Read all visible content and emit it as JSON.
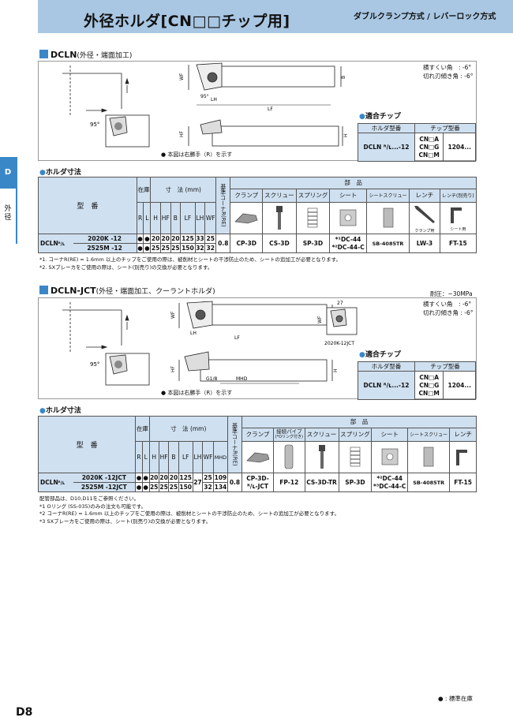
{
  "header": {
    "title": "外径ホルダ[CN□□チップ用]",
    "subtitle": "ダブルクランプ方式 / レバーロック方式"
  },
  "side": {
    "tab": "D",
    "label": "外径"
  },
  "sec1": {
    "title": "DCLN",
    "subtitle": "(外径・端面加工)",
    "angle_note": [
      "横すくい角　: -6°",
      "切れ刃傾き角 : -6°"
    ],
    "diagram_note": "● 本図は右勝手（R）を示す",
    "angle_label": "95°",
    "dim_labels": {
      "wf": "WF",
      "b": "B",
      "lh": "LH",
      "lf": "LF",
      "hf": "HF",
      "h": "H",
      "ang": "95°"
    },
    "chips": {
      "title": "適合チップ",
      "col_holder": "ホルダ型番",
      "col_chip": "チップ型番",
      "holder": "DCLN ᴿ/ʟ...-12",
      "chip_types": [
        "CN□A",
        "CN□G",
        "CN□M"
      ],
      "size": "1204..."
    },
    "table_title": "ホルダ寸法",
    "table": {
      "model_header": "型　番",
      "stock_header": "在庫",
      "dim_header": "寸　法 (mm)",
      "corner_header": "基準コーナR(RE)",
      "parts_header": "部　品",
      "stock_cols": [
        "R",
        "L"
      ],
      "dim_cols": [
        "H",
        "HF",
        "B",
        "LF",
        "LH",
        "WF"
      ],
      "parts_cols": [
        "クランプ",
        "スクリュー",
        "スプリング",
        "シート",
        "シートスクリュー",
        "レンチ",
        "レンチ(別売り)"
      ],
      "parts_sub": [
        "クランプ用",
        "シート用"
      ],
      "series": "DCLN",
      "rl": "ᴿ/ʟ",
      "rows": [
        {
          "model": "2020K -12",
          "r": "●",
          "l": "●",
          "dims": [
            "20",
            "20",
            "20",
            "125",
            "33",
            "25"
          ]
        },
        {
          "model": "2525M -12",
          "r": "●",
          "l": "●",
          "dims": [
            "25",
            "25",
            "25",
            "150",
            "32",
            "32"
          ]
        }
      ],
      "corner": "0.8",
      "parts": [
        "CP-3D",
        "CS-3D",
        "SP-3D",
        "*¹DC-44",
        "*²DC-44-C",
        "SB-4085TR",
        "LW-3",
        "FT-15"
      ]
    },
    "footnotes": [
      "*1. コーナR(RE) = 1.6mm 以上のチップをご使用の際は、被削材とシートの干渉防止のため、シートの追加工が必要となります。",
      "*2. SXブレーカをご使用の際は、シート(別売り)の交換が必要となります。"
    ]
  },
  "sec2": {
    "title": "DCLN-JCT",
    "subtitle": "(外径・端面加工、クーラントホルダ)",
    "pressure": "耐圧：~30MPa",
    "angle_note": [
      "横すくい角　: -6°",
      "切れ刃傾き角 : -6°"
    ],
    "diagram_note": "● 本図は右勝手（R）を示す",
    "angle_label": "95°",
    "small_label": "2020K-12JCT",
    "dim_labels": {
      "wf": "WF",
      "b": "B",
      "lh": "LH",
      "lf": "LF",
      "hf": "HF",
      "h": "H",
      "g": "G1/8",
      "mhd": "MHD",
      "d27": "27",
      "ang": "95°"
    },
    "chips": {
      "title": "適合チップ",
      "col_holder": "ホルダ型番",
      "col_chip": "チップ型番",
      "holder": "DCLN ᴿ/ʟ...-12",
      "chip_types": [
        "CN□A",
        "CN□G",
        "CN□M"
      ],
      "size": "1204..."
    },
    "table_title": "ホルダ寸法",
    "table": {
      "model_header": "型　番",
      "stock_header": "在庫",
      "dim_header": "寸　法 (mm)",
      "corner_header": "基準コーナR(RE)",
      "parts_header": "部　品",
      "stock_cols": [
        "R",
        "L"
      ],
      "dim_cols": [
        "H",
        "HF",
        "B",
        "LF",
        "LH",
        "WF",
        "MHD"
      ],
      "parts_cols": [
        "クランプ",
        "接続パイプ",
        "スクリュー",
        "スプリング",
        "シート",
        "シートスクリュー",
        "レンチ"
      ],
      "pipe_sub": "(*Oリング付き)",
      "series": "DCLN",
      "rl": "ᴿ/ʟ",
      "rows": [
        {
          "model": "2020K -12JCT",
          "r": "●",
          "l": "●",
          "dims": [
            "20",
            "20",
            "20",
            "125",
            "25",
            "109"
          ]
        },
        {
          "model": "2525M -12JCT",
          "r": "●",
          "l": "●",
          "dims": [
            "25",
            "25",
            "25",
            "150",
            "32",
            "134"
          ]
        }
      ],
      "lh_shared": "27",
      "corner": "0.8",
      "clamp": [
        "CP-3D-",
        "ᴿ/ʟ-JCT"
      ],
      "parts": [
        "FP-12",
        "CS-3D-TR",
        "SP-3D",
        "*²DC-44",
        "*³DC-44-C",
        "SB-4085TR",
        "FT-15"
      ]
    },
    "footnotes": [
      "配管部品は、D10,D11をご参照ください。",
      "*1 Oリング (SS-035)のみの注文も可能です。",
      "*2 コーナR(RE) = 1.6mm 以上のチップをご使用の際は、被削材とシートの干渉防止のため、シートの追加工が必要となります。",
      "*3 SXブレーカをご使用の際は、シート(別売り)の交換が必要となります。"
    ]
  },
  "page": {
    "number": "D8",
    "legend": "● : 標準在庫"
  }
}
